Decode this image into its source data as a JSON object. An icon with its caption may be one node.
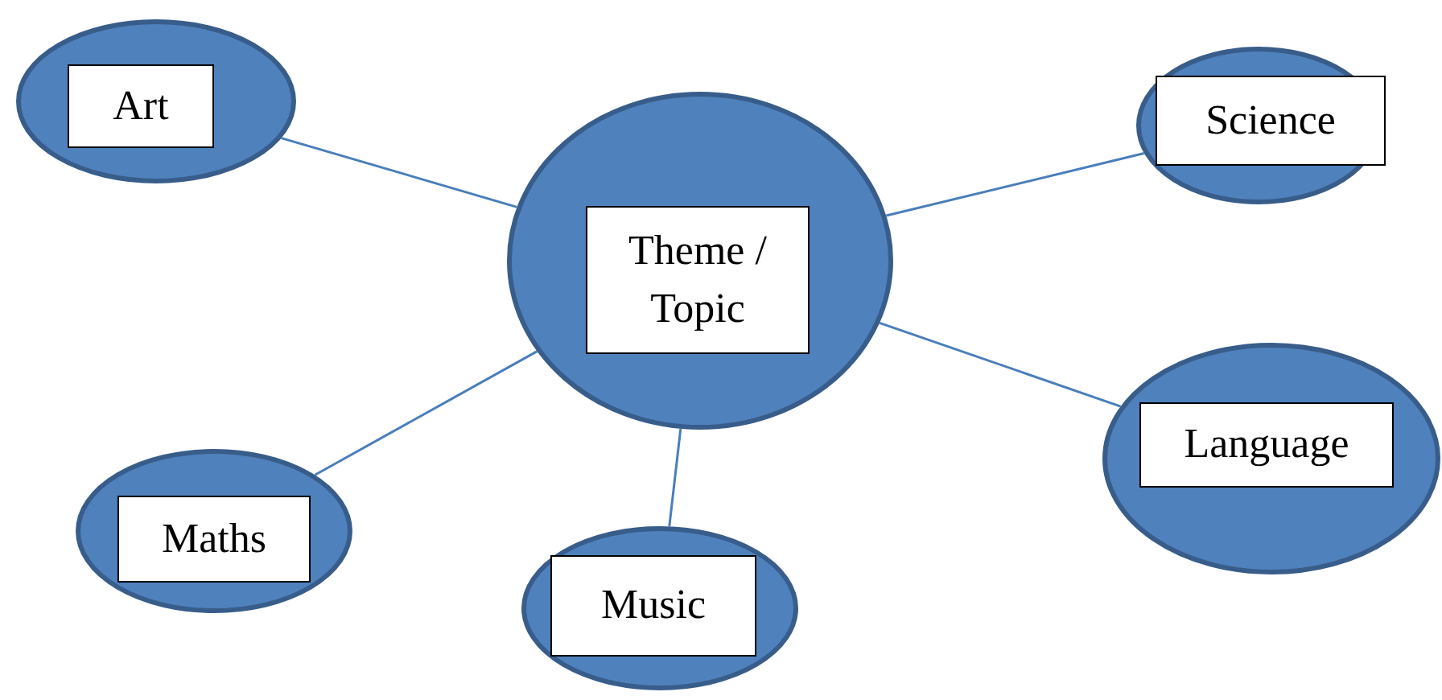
{
  "diagram": {
    "nodes": [
      {
        "text": [
          "Art"
        ]
      },
      {
        "text": [
          "Theme / Topic"
        ]
      },
      {
        "text": [
          "Science"
        ]
      },
      {
        "text": [
          "Language"
        ]
      },
      {
        "text": [
          "Maths"
        ]
      },
      {
        "text": [
          "Music"
        ]
      }
    ],
    "edges": [
      {
        "from": 0,
        "to": 1,
        "arrow": "none"
      },
      {
        "from": 1,
        "to": 2,
        "arrow": "none"
      },
      {
        "from": 1,
        "to": 3,
        "arrow": "none"
      },
      {
        "from": 1,
        "to": 4,
        "arrow": "none"
      },
      {
        "from": 1,
        "to": 5,
        "arrow": "none"
      }
    ]
  }
}
